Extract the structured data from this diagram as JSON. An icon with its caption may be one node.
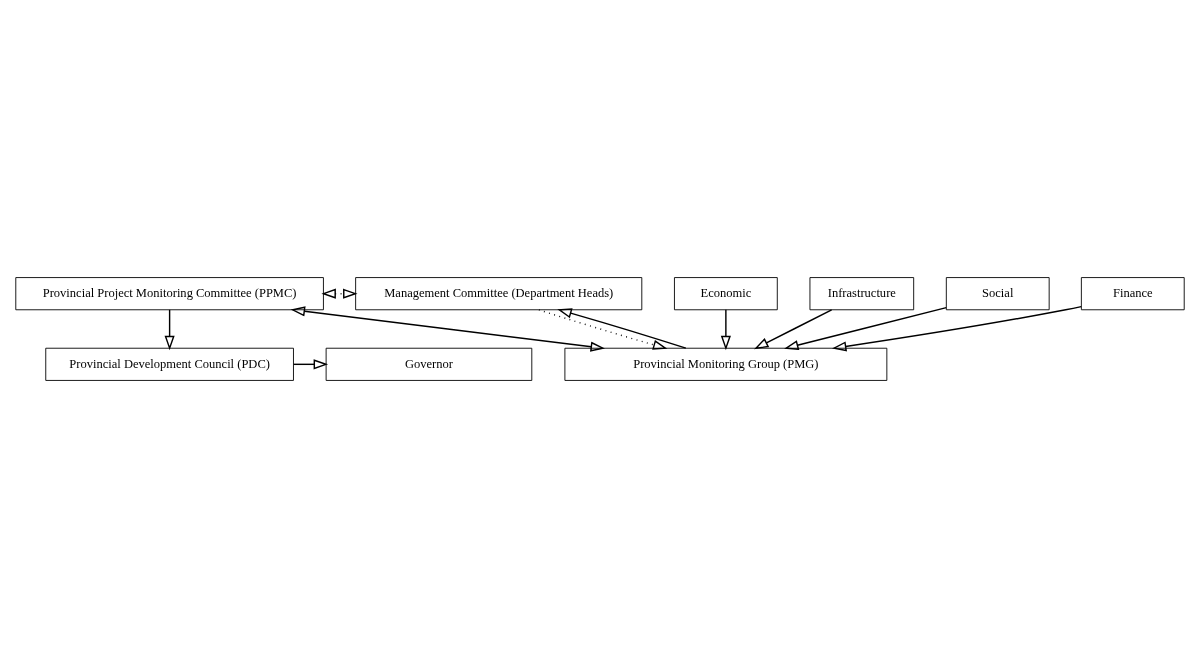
{
  "diagram": {
    "nodes": [
      {
        "text": [
          "Provincial Development Council (PDC)"
        ]
      },
      {
        "text": [
          "Governor"
        ]
      },
      {
        "text": [
          "Provincial Project Monitoring Committee (PPMC)"
        ]
      },
      {
        "text": [
          "Management Committee (Department Heads)"
        ]
      },
      {
        "text": [
          "Provincial Monitoring Group (PMG)"
        ]
      },
      {
        "text": [
          "Economic"
        ]
      },
      {
        "text": [
          "Infrastructure"
        ]
      },
      {
        "text": [
          "Social"
        ]
      },
      {
        "text": [
          "Finance"
        ]
      }
    ],
    "edges": [
      {
        "from": 0,
        "to": 1,
        "arrow": "to"
      },
      {
        "from": 2,
        "to": 0,
        "arrow": "to"
      },
      {
        "from": 2,
        "to": 3,
        "arrow": "both",
        "style": "dashed"
      },
      {
        "from": 2,
        "to": 4,
        "arrow": "both"
      },
      {
        "from": 4,
        "to": 3,
        "arrow": "to"
      },
      {
        "from": 3,
        "to": 4,
        "arrow": "to",
        "style": "dashed"
      },
      {
        "from": 5,
        "to": 4,
        "arrow": "to"
      },
      {
        "from": 6,
        "to": 4,
        "arrow": "to"
      },
      {
        "from": 7,
        "to": 4,
        "arrow": "to"
      },
      {
        "from": 8,
        "to": 4,
        "arrow": "to"
      }
    ]
  }
}
